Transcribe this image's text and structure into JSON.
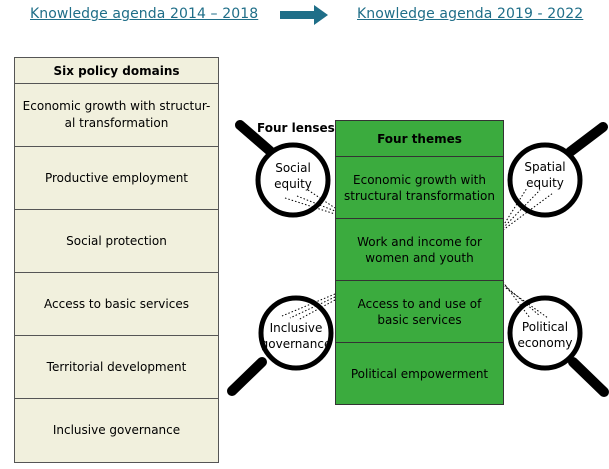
{
  "header": {
    "left_link": "Knowledge agenda 2014 – 2018",
    "right_link": "Knowledge agenda 2019 - 2022",
    "arrow_icon": "right-arrow-icon",
    "arrow_color": "#1f6e88"
  },
  "policy_domains": {
    "title": "Six policy domains",
    "items": [
      "Economic growth with structur-al transformation",
      "Productive employment",
      "Social protection",
      "Access to basic services",
      "Territorial development",
      "Inclusive governance"
    ],
    "background": "#f1f0dd"
  },
  "themes": {
    "title": "Four themes",
    "items": [
      "Economic growth with structural transformation",
      "Work and income for women and youth",
      "Access to and use of basic services",
      "Political empowerment"
    ],
    "background": "#3bab3e"
  },
  "lenses": {
    "title": "Four lenses",
    "items": [
      {
        "label": "Social\nequity",
        "icon": "magnifying-glass-icon"
      },
      {
        "label": "Spatial\nequity",
        "icon": "magnifying-glass-icon"
      },
      {
        "label": "Inclusive\ngovernance",
        "icon": "magnifying-glass-icon"
      },
      {
        "label": "Political\neconomy",
        "icon": "magnifying-glass-icon"
      }
    ]
  }
}
